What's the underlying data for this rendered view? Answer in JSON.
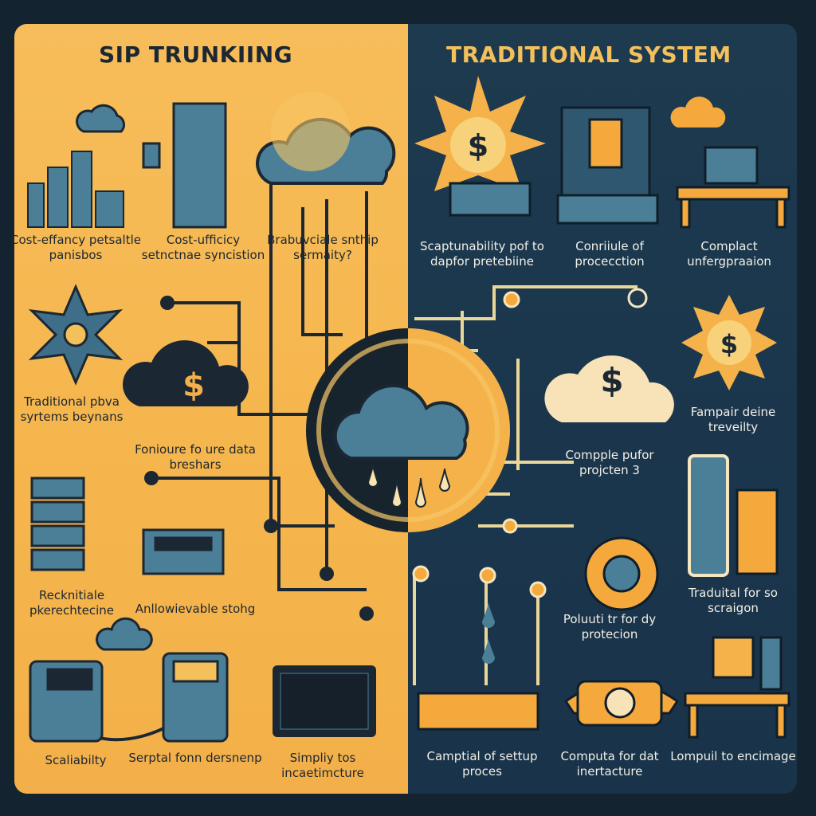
{
  "left_panel": {
    "title": "SIP TRUNKIING",
    "labels": [
      "Cost-effancy petsaltle panisbos",
      "Cost-ufficicy setnctnae syncistion",
      "Brabuvciale snthip sermaity?",
      "Traditional pbva syrtems beynans",
      "Fonioure fo ure data breshars",
      "Recknitiale pkerechtecine",
      "Anllowievable stohg",
      "Scaliabilty",
      "Serptal fonn dersnenp",
      "Simpliy tos incaetimcture"
    ]
  },
  "right_panel": {
    "title": "TRADITIONAL SYSTEM",
    "labels": [
      "Scaptunability pof to dapfor pretebiine",
      "Conriiule of procecction",
      "Complact unfergpraaion",
      "Fampair deine treveilty",
      "Compple pufor projcten 3",
      "Traduital for so scraigon",
      "Poluuti tr for dy protecion",
      "Camptial of settup proces",
      "Computa for dat inertacture",
      "Lompuil to encimage"
    ]
  },
  "colors": {
    "left_bg": "#f6b84f",
    "right_bg": "#1c3548",
    "accent": "#f3c05c",
    "icon_blue": "#4a7f97",
    "dark": "#1b2733"
  },
  "icons": {
    "currency": "$"
  }
}
